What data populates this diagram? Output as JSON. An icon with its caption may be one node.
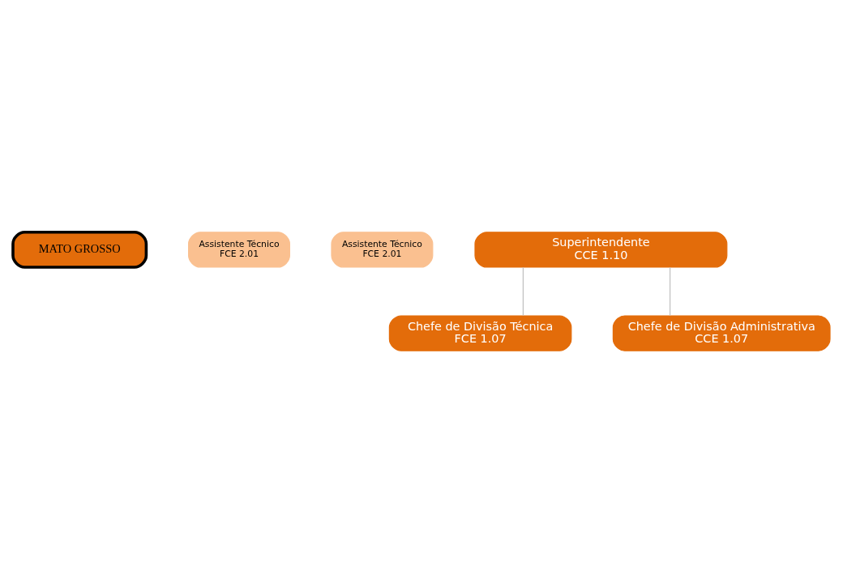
{
  "diagram": {
    "nodes": [
      {
        "text": [
          "MATO GROSSO"
        ]
      },
      {
        "text": [
          "Assistente Técnico",
          "FCE 2.01"
        ]
      },
      {
        "text": [
          "Assistente Técnico",
          "FCE 2.01"
        ]
      },
      {
        "text": [
          "Superintendente",
          "CCE 1.10"
        ]
      },
      {
        "text": [
          "Chefe de Divisão Técnica",
          "FCE 1.07"
        ]
      },
      {
        "text": [
          "Chefe de Divisão Administrativa",
          "CCE 1.07"
        ]
      }
    ],
    "edges": [
      {
        "from": 3,
        "to": 4,
        "arrow": "none"
      },
      {
        "from": 3,
        "to": 5,
        "arrow": "none"
      }
    ]
  }
}
